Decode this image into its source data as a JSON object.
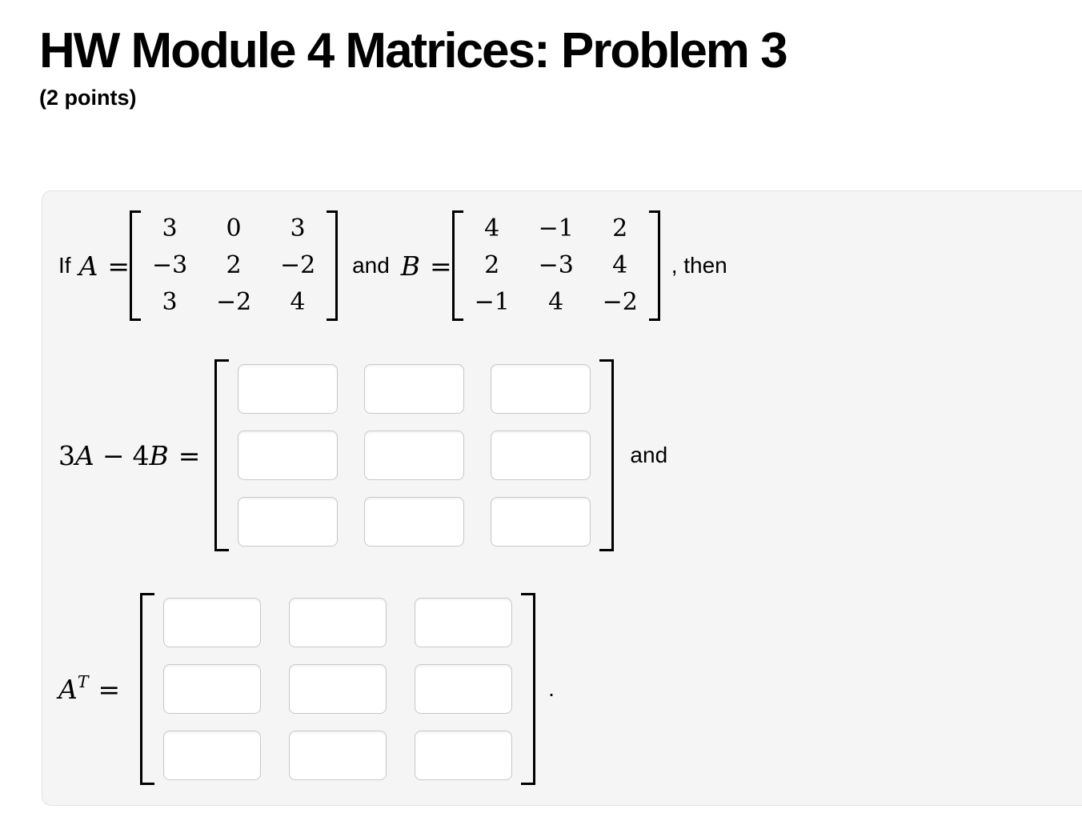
{
  "header": {
    "title": "HW Module 4 Matrices: Problem 3",
    "points": "(2 points)"
  },
  "intro": {
    "if_text": "If",
    "a_var": "A",
    "a_eq": "=",
    "and_text": "and",
    "b_var": "B",
    "b_eq": "=",
    "then_text": ", then"
  },
  "matrix_a": {
    "rows": [
      [
        "3",
        "0",
        "3"
      ],
      [
        "−3",
        "2",
        "−2"
      ],
      [
        "3",
        "−2",
        "4"
      ]
    ]
  },
  "matrix_b": {
    "rows": [
      [
        "4",
        "−1",
        "2"
      ],
      [
        "2",
        "−3",
        "4"
      ],
      [
        "−1",
        "4",
        "−2"
      ]
    ]
  },
  "expr1": {
    "coef_a": "3",
    "var_a": "A",
    "minus": "−",
    "coef_b": "4",
    "var_b": "B",
    "eq": "=",
    "suffix": "and",
    "answers": [
      [
        "",
        "",
        ""
      ],
      [
        "",
        "",
        ""
      ],
      [
        "",
        "",
        ""
      ]
    ]
  },
  "expr2": {
    "base": "A",
    "sup": "T",
    "eq": "=",
    "suffix": ".",
    "answers": [
      [
        "",
        "",
        ""
      ],
      [
        "",
        "",
        ""
      ],
      [
        "",
        "",
        ""
      ]
    ]
  },
  "theme": {
    "card_bg": "#f5f5f5",
    "card_border": "#e2e2e2",
    "input_border": "#c9c9c9",
    "text": "#000000"
  }
}
